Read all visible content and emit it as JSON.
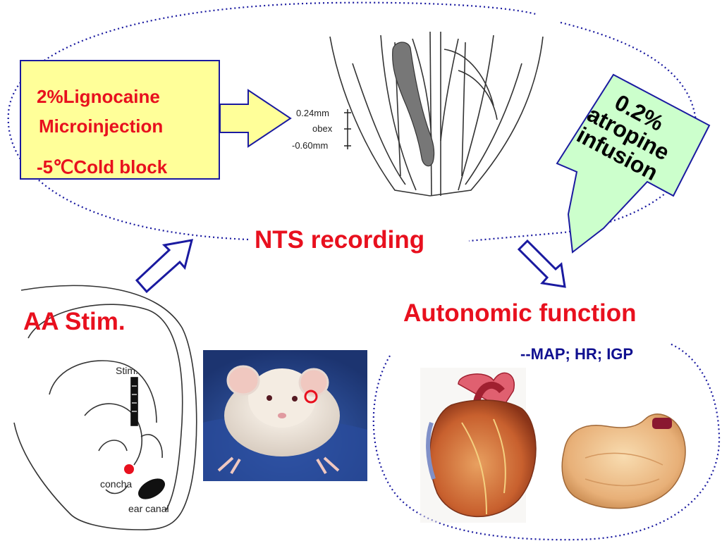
{
  "colors": {
    "label_red": "#e8101e",
    "label_blue": "#101090",
    "box_fill": "#ffff99",
    "box_border": "#1a1aa0",
    "atropine_fill": "#ccffcc",
    "dotted_line": "#1a1aa0"
  },
  "lignocaine_box": {
    "line1": "2%Lignocaine",
    "line2": "Microinjection",
    "line3": "-5℃Cold block"
  },
  "brainstem_scale": {
    "upper": "0.24mm",
    "middle": "obex",
    "lower": "-0.60mm"
  },
  "atropine_box": {
    "line1": "0.2%",
    "line2": "atropine",
    "line3": "infusion"
  },
  "nts_label": "NTS recording",
  "aa_label": "AA Stim.",
  "ear_diagram": {
    "stim": "Stim.",
    "concha": "concha",
    "ear_canal": "ear canal"
  },
  "autonomic": {
    "title": "Autonomic function",
    "subtitle": "--MAP; HR; IGP"
  },
  "icons": [
    "rat-photo-icon",
    "heart-icon",
    "stomach-icon",
    "brainstem-icon",
    "ear-icon"
  ]
}
